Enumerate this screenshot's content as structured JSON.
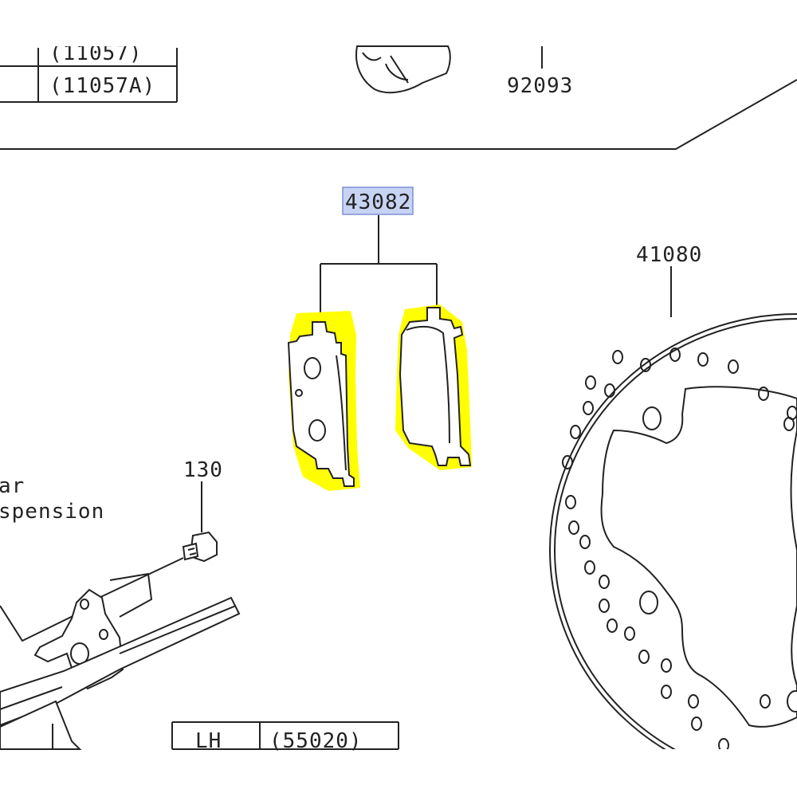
{
  "labels": {
    "top_table_row1_value": "(11057)",
    "top_table_row2_value": "(11057A)",
    "part_92093": "92093",
    "part_43082": "43082",
    "part_41080": "41080",
    "part_130": "130",
    "text_rear": "ar",
    "text_suspension": "spension",
    "bottom_table_side": "LH",
    "bottom_table_value": "(55020)"
  },
  "colors": {
    "highlight_yellow": "#ffff00",
    "selected_label_bg": "#c7d3f3",
    "selected_label_border": "#7d8fd6",
    "line": "#222222"
  }
}
